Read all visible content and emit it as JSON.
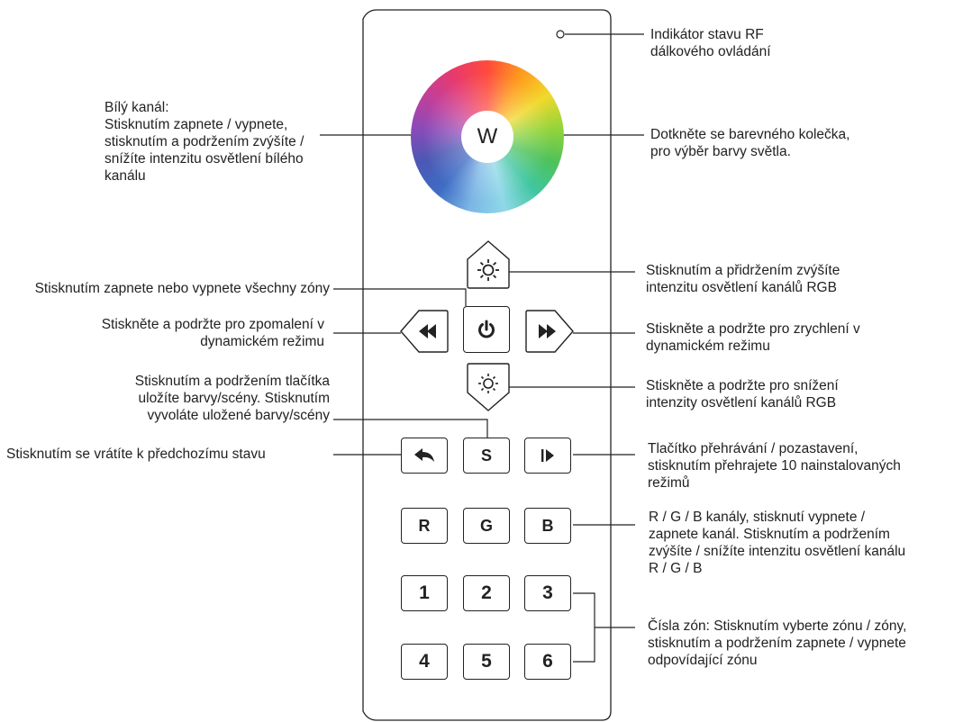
{
  "wheel": {
    "center_label": "W"
  },
  "buttons": {
    "scene_label": "S",
    "r_label": "R",
    "g_label": "G",
    "b_label": "B",
    "zones": [
      "1",
      "2",
      "3",
      "4",
      "5",
      "6"
    ]
  },
  "annotations": {
    "rf_indicator": [
      "Indikátor stavu RF",
      "dálkového ovládání"
    ],
    "white_channel": [
      "Bílý kanál:",
      "Stisknutím zapnete / vypnete,",
      "stisknutím a podržením zvýšíte /",
      "snížíte intenzitu osvětlení bílého",
      "kanálu"
    ],
    "color_wheel": [
      "Dotkněte se barevného kolečka,",
      "pro výběr barvy světla."
    ],
    "brightness_up": [
      "Stisknutím a přidržením zvýšíte",
      "intenzitu osvětlení kanálů RGB"
    ],
    "power": [
      "Stisknutím zapnete nebo vypnete všechny zóny"
    ],
    "slow_down": [
      "Stiskněte a podržte pro zpomalení v",
      "dynamickém režimu"
    ],
    "speed_up": [
      "Stiskněte a podržte pro zrychlení v",
      "dynamickém režimu"
    ],
    "brightness_down": [
      "Stiskněte a podržte pro snížení",
      "intenzity osvětlení kanálů RGB"
    ],
    "scene": [
      "Stisknutím a podržením tlačítka",
      "uložíte barvy/scény. Stisknutím",
      "vyvoláte uložené barvy/scény"
    ],
    "back": [
      "Stisknutím se vrátíte k předchozímu stavu"
    ],
    "play_pause": [
      "Tlačítko přehrávání / pozastavení,",
      "stisknutím přehrajete 10 nainstalovaných",
      "režimů"
    ],
    "rgb": [
      "R / G / B kanály, stisknutí vypnete /",
      "zapnete kanál. Stisknutím a podržením",
      "zvýšíte / snížíte intenzitu osvětlení kanálu",
      "R / G / B"
    ],
    "zones": [
      "Čísla zón: Stisknutím vyberte zónu / zóny,",
      "stisknutím a podržením zapnete / vypnete",
      "odpovídající zónu"
    ]
  }
}
